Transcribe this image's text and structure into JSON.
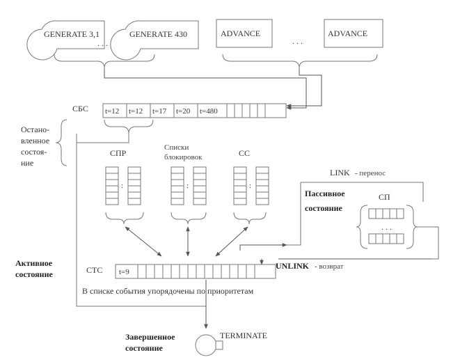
{
  "blocks": {
    "generate_1": "GENERATE 3,1",
    "generate_2": "GENERATE 430",
    "advance_1": "ADVANCE",
    "advance_2": "ADVANCE",
    "dots_generate": ". . .",
    "dots_advance": ". . ."
  },
  "sbs": {
    "label": "СБС",
    "cells": [
      "t=12",
      "t=12",
      "t=17",
      "t=20",
      "t=480"
    ]
  },
  "stopped_state": {
    "line1": "Остано-",
    "line2": "вленное",
    "line3": "состоя-",
    "line4": "ние"
  },
  "lists": {
    "spr": "СПР",
    "block_line1": "Списки",
    "block_line2": "блокировок",
    "ss": "СС"
  },
  "link": {
    "label": "LINK",
    "note": "- перенос"
  },
  "passive": {
    "line1": "Пассивное",
    "line2": "состояние",
    "sp": "СП",
    "dots": ". . ."
  },
  "active_state": {
    "line1": "Активное",
    "line2": "состояние"
  },
  "stc": {
    "label": "СТС",
    "first_cell": "t=9"
  },
  "unlink": {
    "label": "UNLINK",
    "note": "- возврат"
  },
  "caption": "В списке события упорядочены по приоритетам",
  "completed_state": {
    "line1": "Завершенное",
    "line2": "состояние"
  },
  "terminate": "TERMINATE"
}
